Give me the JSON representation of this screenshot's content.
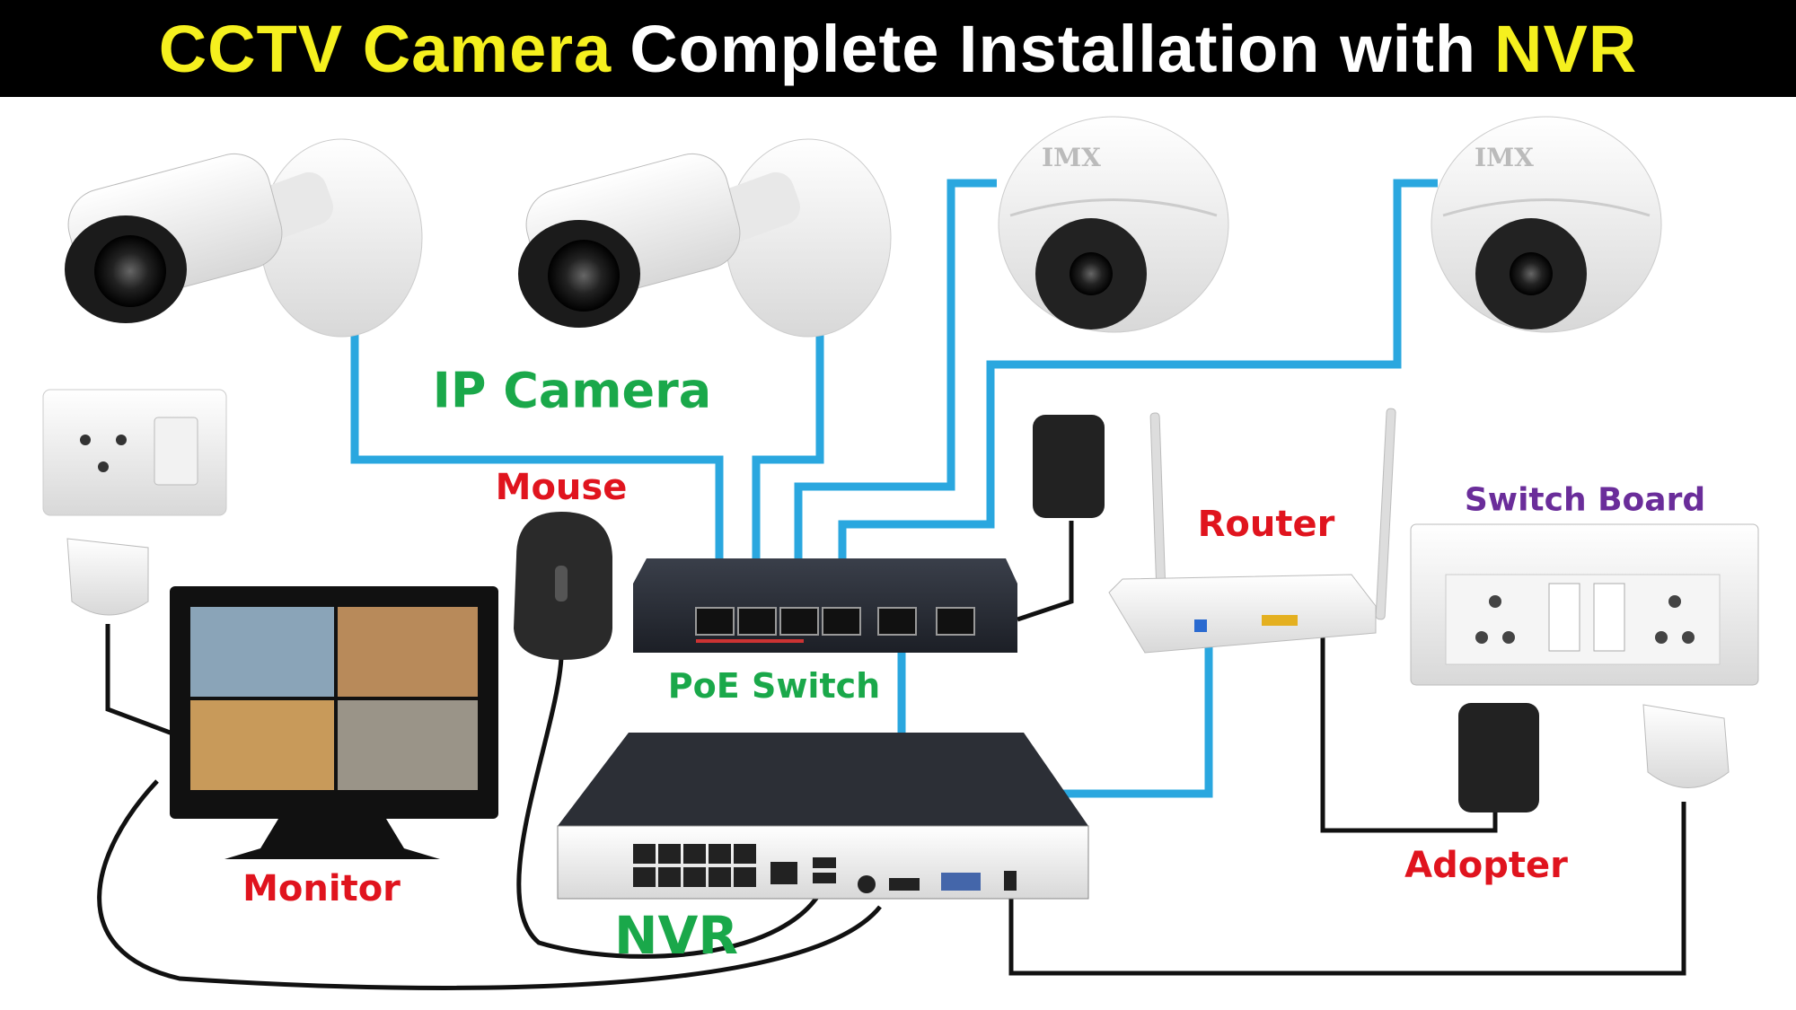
{
  "title": {
    "part1": "CCTV Camera",
    "part2": "Complete Installation with",
    "part3": "NVR"
  },
  "labels": {
    "ip_camera": "IP Camera",
    "mouse": "Mouse",
    "router": "Router",
    "switch_board": "Switch Board",
    "poe_switch": "PoE Switch",
    "monitor": "Monitor",
    "nvr": "NVR",
    "adapter": "Adopter"
  },
  "colors": {
    "cable_data": "#2aa7df",
    "cable_power": "#111111",
    "title_yellow": "#f5f01e"
  }
}
